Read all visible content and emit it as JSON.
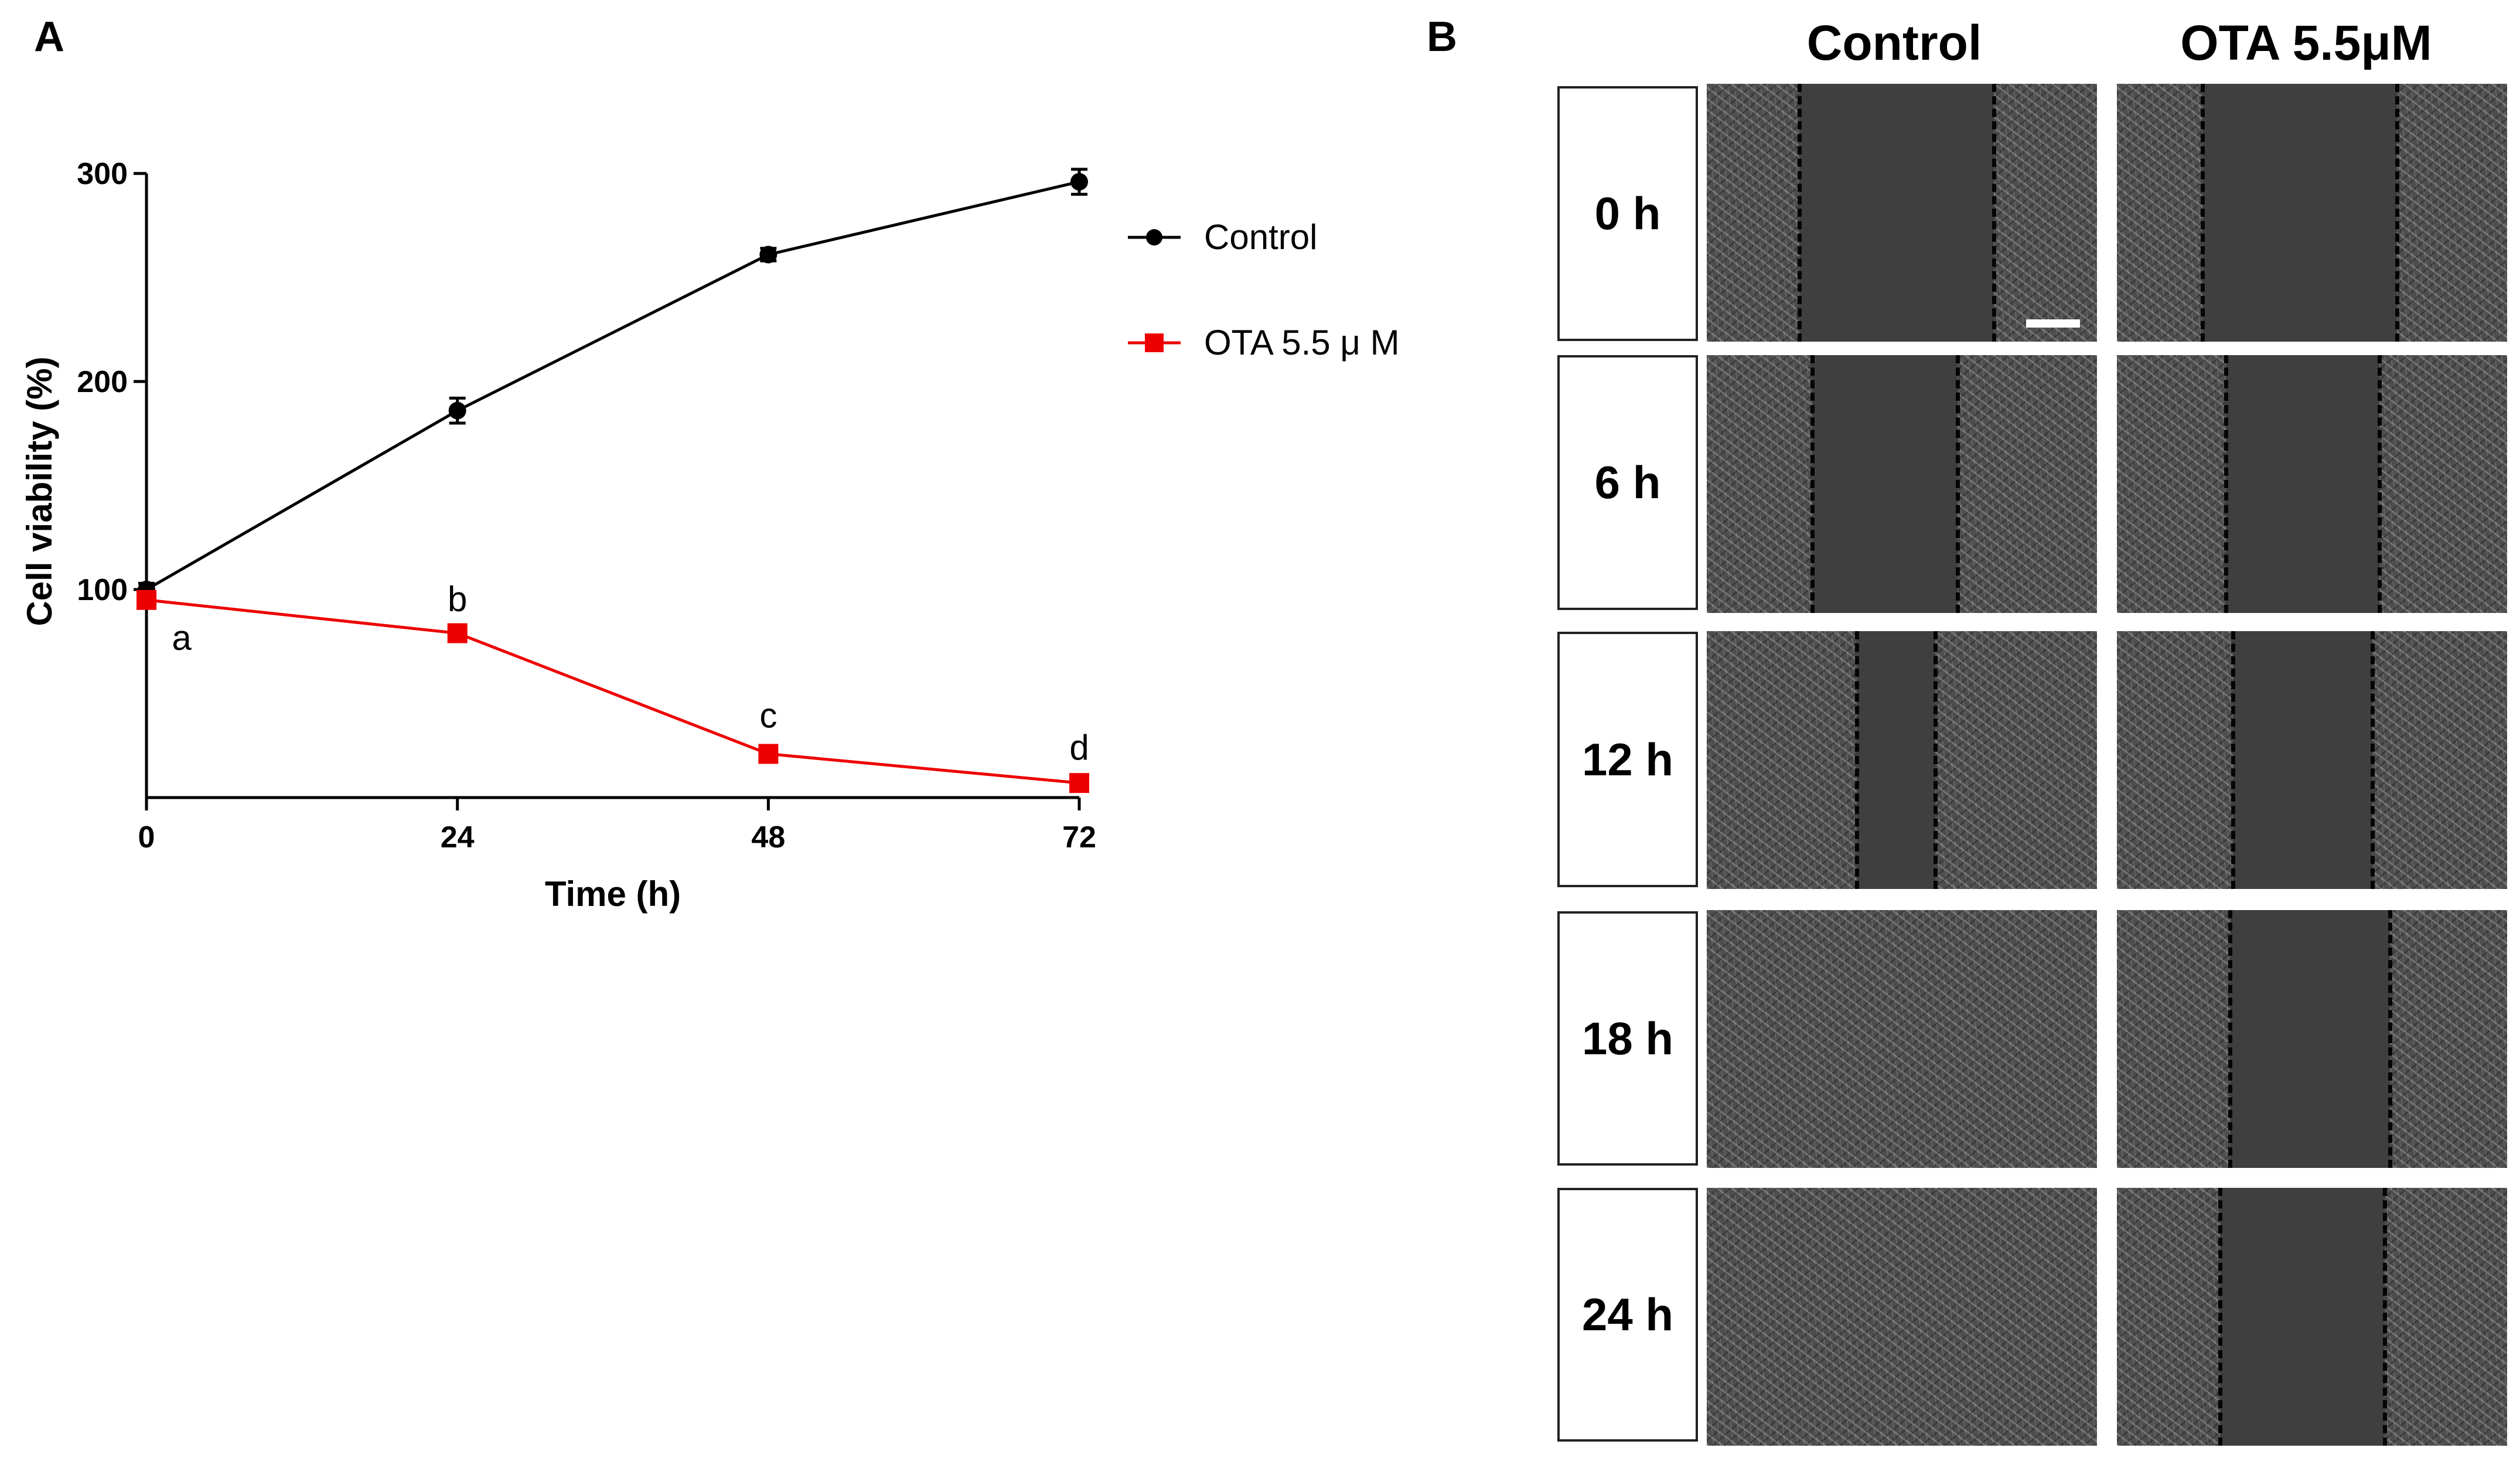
{
  "panel_a": {
    "letter": "A",
    "chart_data": {
      "type": "line",
      "title": "",
      "xlabel": "Time (h)",
      "ylabel": "Cell viability (%)",
      "x": [
        0,
        24,
        48,
        72
      ],
      "xticks": [
        "0",
        "24",
        "48",
        "72"
      ],
      "yticks": [
        "100",
        "200",
        "300"
      ],
      "xlim": [
        0,
        72
      ],
      "ylim": [
        0,
        300
      ],
      "grid": false,
      "legend_position": "right",
      "series": [
        {
          "name": "Control",
          "values": [
            100,
            186,
            261,
            296
          ],
          "errors": [
            3,
            6,
            3,
            6
          ],
          "color": "#000000",
          "marker": "circle"
        },
        {
          "name": "OTA 5.5 μ M",
          "values": [
            95,
            79,
            21,
            7
          ],
          "errors": [
            2,
            2,
            2,
            2
          ],
          "color": "#ee0000",
          "marker": "square"
        }
      ],
      "annotations": [
        {
          "text": "a",
          "x": 0
        },
        {
          "text": "b",
          "x": 24
        },
        {
          "text": "c",
          "x": 48
        },
        {
          "text": "d",
          "x": 72
        }
      ]
    }
  },
  "panel_b": {
    "letter": "B",
    "columns": [
      "Control",
      "OTA 5.5μM"
    ],
    "rows": [
      "0 h",
      "6 h",
      "12 h",
      "18 h",
      "24 h"
    ]
  }
}
